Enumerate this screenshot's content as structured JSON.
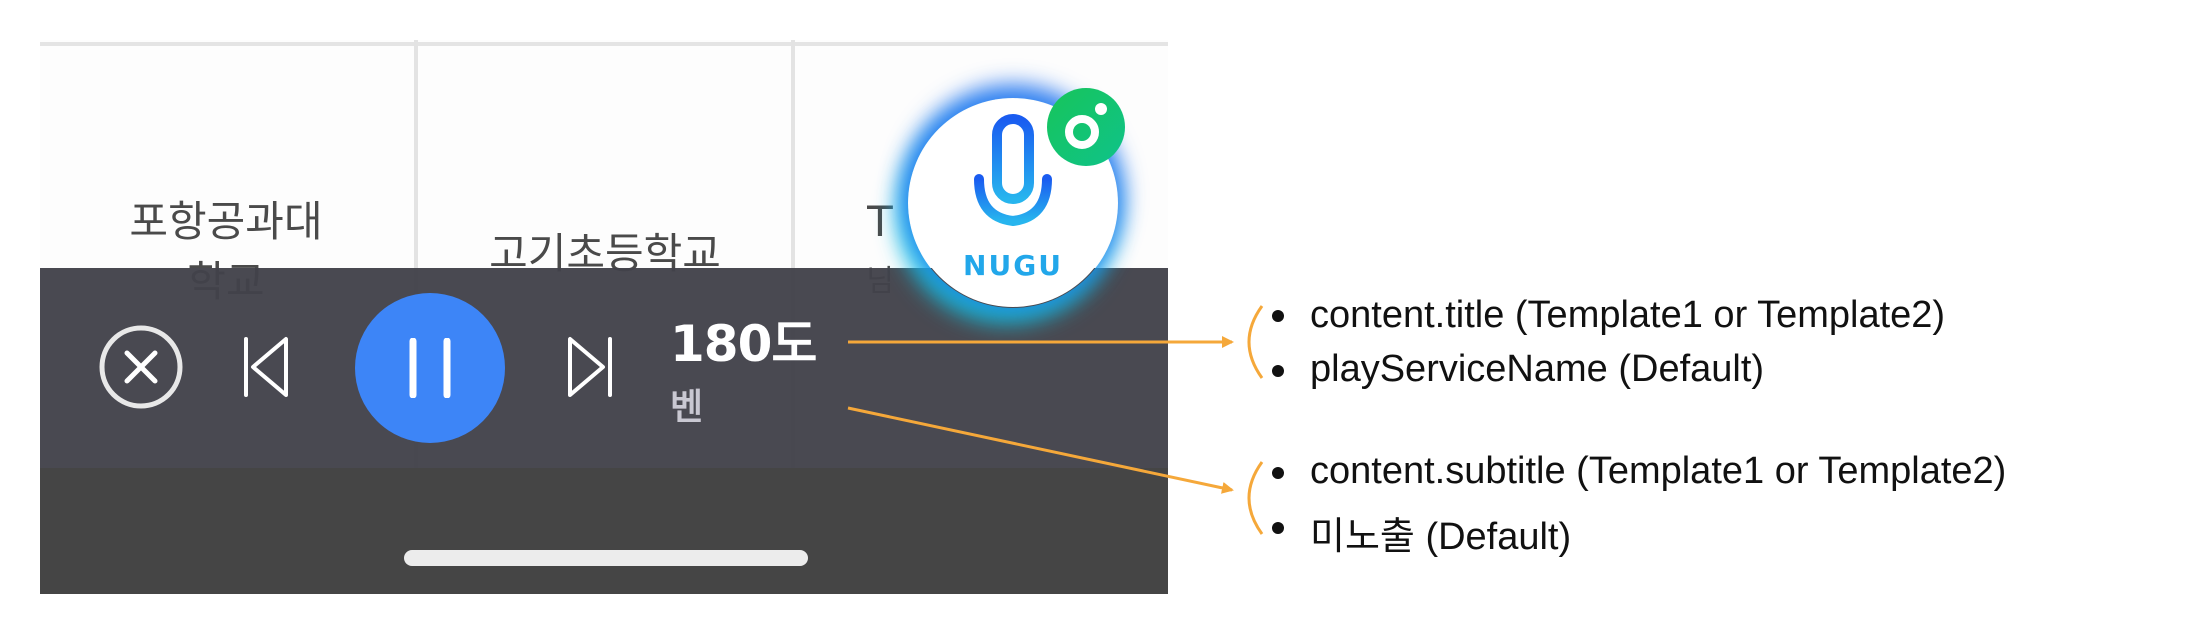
{
  "background": {
    "grid_cells": [
      {
        "label_line1": "포항공과대",
        "label_line2": "학교"
      },
      {
        "label_line1": "고기초등학교",
        "label_line2": ""
      },
      {
        "label_line1": "T",
        "label_line2": "님"
      }
    ]
  },
  "nugu_button": {
    "label": "NUGU",
    "icon": "microphone-icon",
    "badge_icon": "ring-dot-icon"
  },
  "player": {
    "title": "180도",
    "subtitle": "벤",
    "controls": {
      "close": "close-circle-icon",
      "previous": "skip-previous-icon",
      "pause": "pause-icon",
      "next": "skip-next-icon"
    },
    "is_playing": true
  },
  "annotations": [
    {
      "target": "title",
      "items": [
        "content.title (Template1 or Template2)",
        "playServiceName (Default)"
      ]
    },
    {
      "target": "subtitle",
      "items": [
        "content.subtitle (Template1 or Template2)",
        "미노출 (Default)"
      ]
    }
  ],
  "colors": {
    "accent_blue": "#3d85f7",
    "player_bg": "#48484f",
    "annotation_orange": "#f5a83a",
    "badge_green": "#17c45a"
  }
}
